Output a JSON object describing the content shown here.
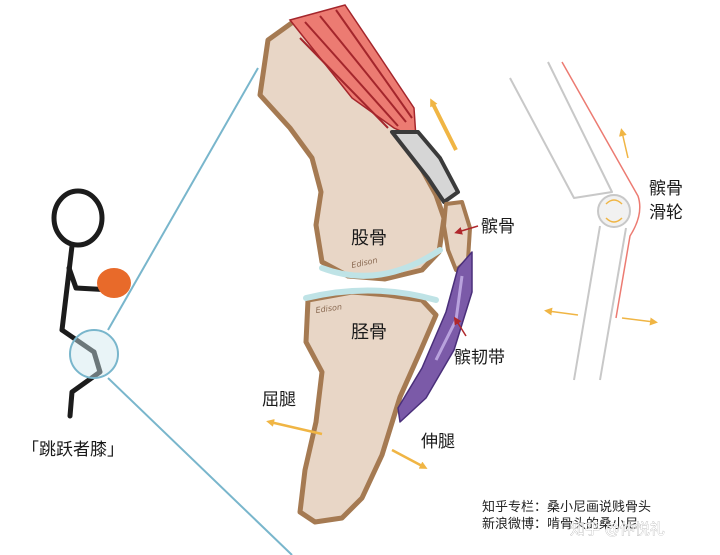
{
  "labels": {
    "jumper_knee": "「跳跃者膝」",
    "femur": "股骨",
    "tibia": "胫骨",
    "patella": "髌骨",
    "patellar_ligament": "髌韧带",
    "flexion": "屈腿",
    "extension": "伸腿",
    "pulley_line1": "髌骨",
    "pulley_line2": "滑轮"
  },
  "signatures": {
    "femur": "Edison",
    "tibia": "Edison"
  },
  "credits": {
    "line1": "知乎专栏：桑小尼画说贱骨头",
    "line2": "新浪微博：啃骨头的桑小尼"
  },
  "watermark": "知乎 @仲悦礼",
  "colors": {
    "bone_fill": "#e8d6c6",
    "bone_outline": "#a57a52",
    "muscle": "#ec7b72",
    "tendon_dark": "#3b3b3b",
    "ligament": "#7b5aa8",
    "cartilage": "#bfe3e6",
    "arrow_yellow": "#f0b544",
    "arrow_red": "#b0282c",
    "zoom_line": "#79b6cc",
    "ball": "#e86a2a"
  }
}
